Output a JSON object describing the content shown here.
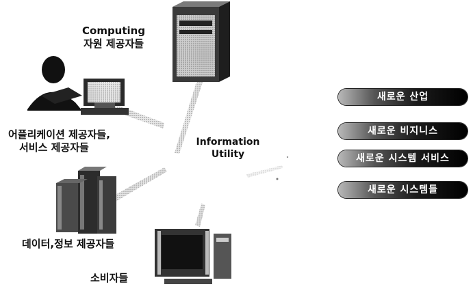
{
  "providers": {
    "computing_l1": "Computing",
    "computing_l2": "자원 제공자들",
    "application_l1": "어플리케이션 제공자들,",
    "application_l2": "서비스 제공자들",
    "data": "데이터,정보 제공자들",
    "consumer": "소비자들"
  },
  "center": {
    "line1": "Information",
    "line2": "Utility"
  },
  "outcomes": [
    "새로운 산업",
    "새로운 비지니스",
    "새로운 시스템 서비스",
    "새로운 시스템들"
  ],
  "icons": {
    "server": "server-tower-icon",
    "user": "user-at-computer-icon",
    "books": "data-books-icon",
    "monitor": "consumer-computer-icon"
  }
}
